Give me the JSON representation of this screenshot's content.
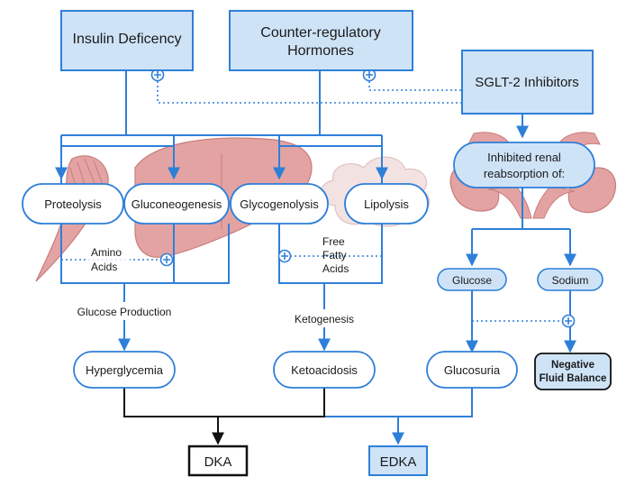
{
  "boxes": {
    "insulin_deficiency": "Insulin Deficency",
    "counter_regulatory_line1": "Counter-regulatory",
    "counter_regulatory_line2": "Hormones",
    "sglt2": "SGLT-2 Inhibitors"
  },
  "processes": {
    "proteolysis": "Proteolysis",
    "gluconeogenesis": "Gluconeogenesis",
    "glycogenolysis": "Glycogenolysis",
    "lipolysis": "Lipolysis"
  },
  "renal": {
    "line1": "Inhibited renal",
    "line2": "reabsorption of:",
    "glucose": "Glucose",
    "sodium": "Sodium"
  },
  "labels": {
    "amino_line1": "Amino",
    "amino_line2": "Acids",
    "ffa_line1": "Free",
    "ffa_line2": "Fatty",
    "ffa_line3": "Acids",
    "glucose_production": "Glucose Production",
    "ketogenesis": "Ketogenesis"
  },
  "outcomes": {
    "hyperglycemia": "Hyperglycemia",
    "ketoacidosis": "Ketoacidosis",
    "glucosuria": "Glucosuria",
    "neg_fluid_line1": "Negative",
    "neg_fluid_line2": "Fluid Balance"
  },
  "results": {
    "dka": "DKA",
    "edka": "EDKA"
  },
  "colors": {
    "blue_line": "#2e7fd9",
    "box_fill": "#cfe3f7",
    "organ_fill": "#e3a3a3",
    "organ_stroke": "#c97c7c",
    "black_line": "#111111"
  }
}
